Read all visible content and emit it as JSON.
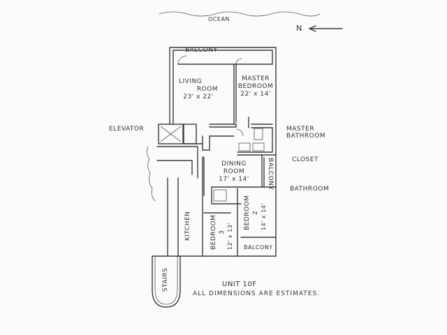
{
  "title": "OCEAN",
  "compass": {
    "label": "N"
  },
  "rooms": {
    "balcony_top": "BALCONY",
    "living": {
      "name_1": "LIVING",
      "name_2": "ROOM",
      "size": "23' x 22'"
    },
    "master": {
      "name_1": "MASTER",
      "name_2": "BEDROOM",
      "size": "22' x 14'"
    },
    "dining": {
      "name_1": "DINING",
      "name_2": "ROOM",
      "size": "17' x 14'"
    },
    "balcony_side": "BALCONY",
    "bedroom2": {
      "name": "BEDROOM",
      "number": "2",
      "size": "14' x 14'"
    },
    "bedroom3": {
      "name": "BEDROOM",
      "number": "3",
      "size": "12' x 13'"
    },
    "kitchen": "KITCHEN",
    "balcony_bottom": "BALCONY",
    "stairs": "STAIRS"
  },
  "callouts": {
    "elevator": "ELEVATOR",
    "master_bath_1": "MASTER",
    "master_bath_2": "BATHROOM",
    "closet": "CLOSET",
    "bathroom": "BATHROOM"
  },
  "footer": {
    "unit": "UNIT 10F",
    "note": "ALL DIMENSIONS ARE ESTIMATES."
  }
}
